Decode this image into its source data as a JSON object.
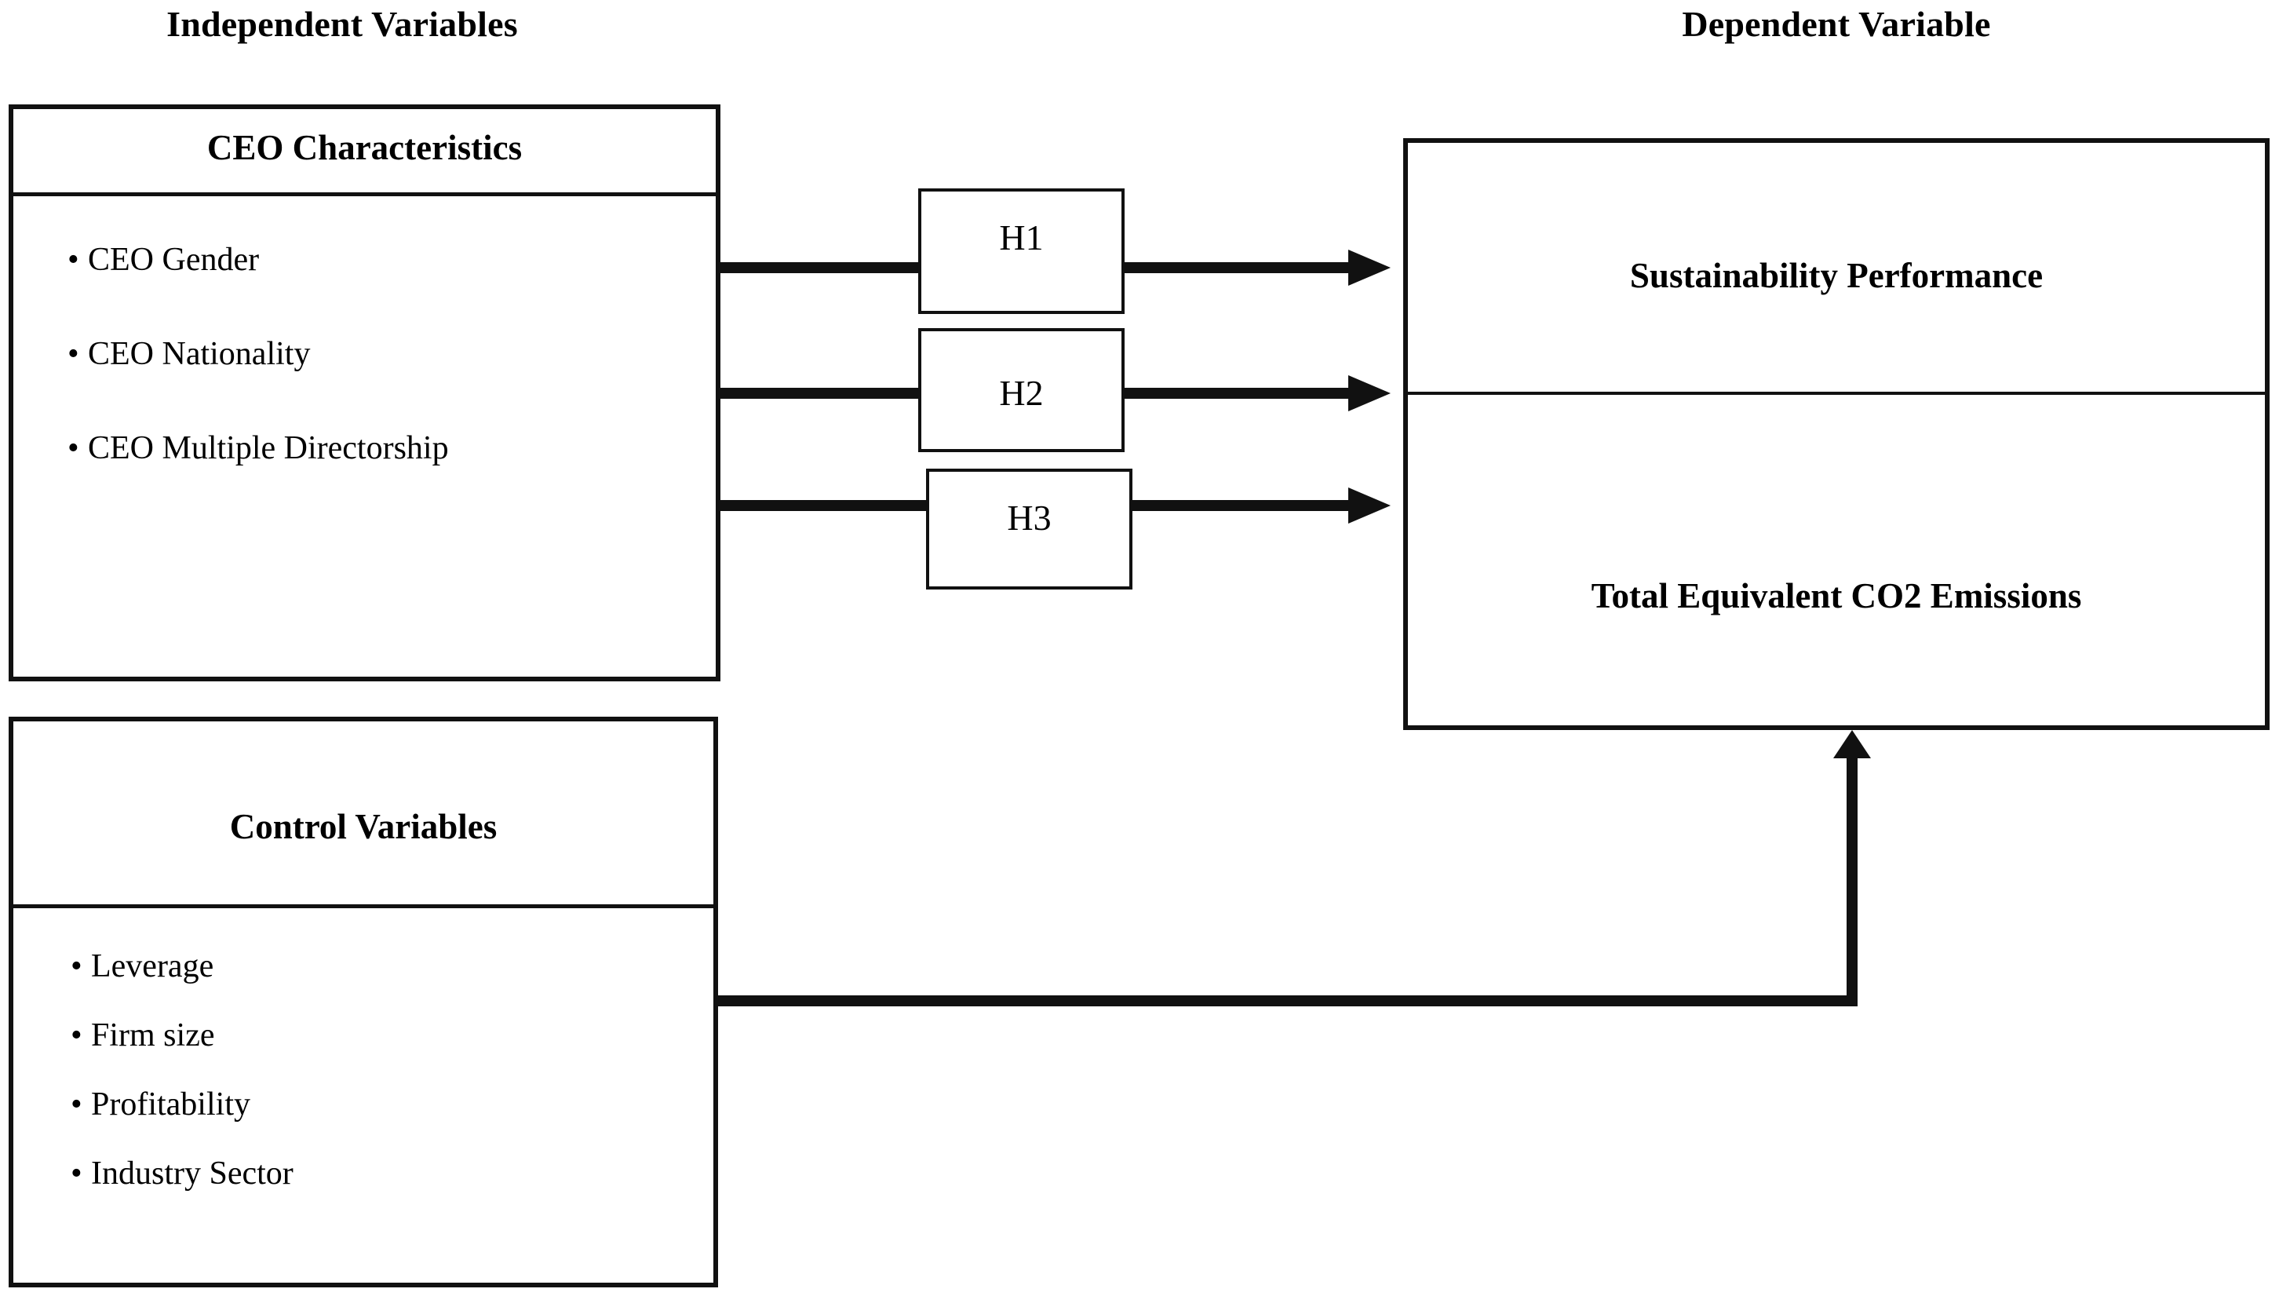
{
  "titles": {
    "independent": "Independent Variables",
    "dependent": "Dependent Variable"
  },
  "independent_box": {
    "header": "CEO Characteristics",
    "items": [
      "CEO Gender",
      "CEO Nationality",
      "CEO Multiple Directorship"
    ]
  },
  "control_box": {
    "header": "Control Variables",
    "items": [
      "Leverage",
      "Firm size",
      "Profitability",
      "Industry Sector"
    ]
  },
  "dependent_box": {
    "labels": [
      "Sustainability Performance",
      "Total Equivalent CO2 Emissions"
    ]
  },
  "hypotheses": [
    {
      "label": "H1"
    },
    {
      "label": "H2"
    },
    {
      "label": "H3"
    }
  ],
  "bullet_glyph": "•",
  "colors": {
    "stroke": "#111111",
    "background": "#ffffff",
    "text": "#000000"
  }
}
